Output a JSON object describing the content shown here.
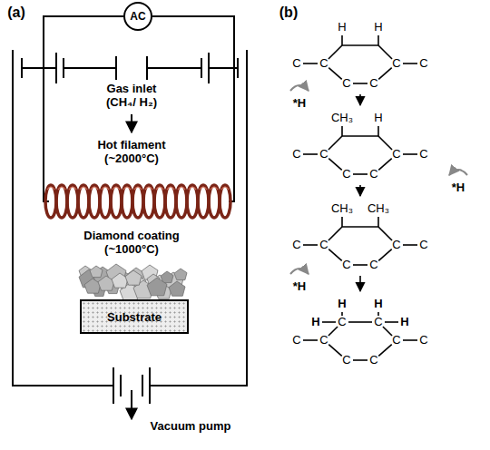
{
  "diagram": {
    "nodes": [
      {
        "text": [
          "AC"
        ]
      },
      {
        "text": [
          "Substrate"
        ]
      }
    ],
    "labels": [
      "(a)",
      "Gas inlet (CH₄/ H₂)",
      "Hot filament (~2000°C)",
      "Diamond coating (~1000°C)",
      "Vacuum pump",
      "(b)",
      "H",
      "H",
      "C",
      "C",
      "C",
      "C",
      "C",
      "C",
      "*H",
      "CH₃",
      "H",
      "C",
      "C",
      "C",
      "C",
      "C",
      "C",
      "*H",
      "CH₃",
      "CH₃",
      "C",
      "C",
      "C",
      "C",
      "C",
      "C",
      "*H",
      "H",
      "H",
      "H",
      "C",
      "C",
      "H",
      "C",
      "C",
      "C",
      "C",
      "C",
      "C"
    ]
  }
}
